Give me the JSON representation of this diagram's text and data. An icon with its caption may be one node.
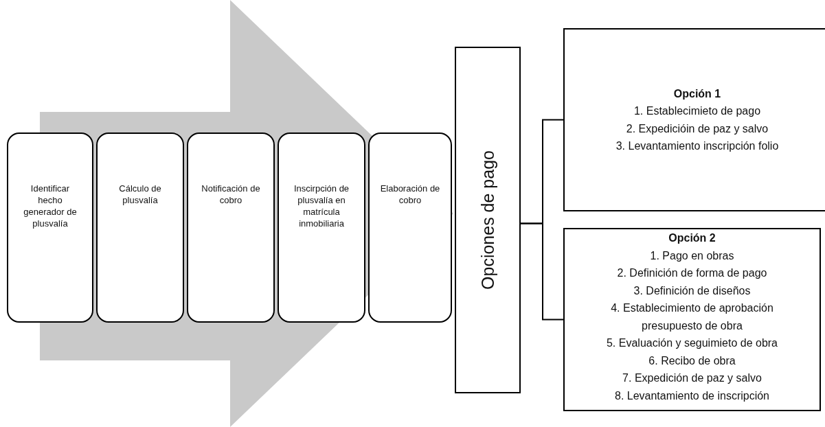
{
  "diagram": {
    "nodes": [
      {
        "text": [
          "Identificar hecho generador de plusvalía"
        ]
      },
      {
        "text": [
          "Cálculo de plusvalía"
        ]
      },
      {
        "text": [
          "Notificación de cobro"
        ]
      },
      {
        "text": [
          "Inscirpción de plusvalía en matrícula inmobiliaria"
        ]
      },
      {
        "text": [
          "Elaboración de cobro"
        ]
      },
      {
        "text": [
          "Opciones de pago"
        ]
      },
      {
        "text": [
          "Opción 1",
          "1. Establecimieto de pago",
          "2. Expedicióin de paz y salvo",
          "3. Levantamiento inscripción folio"
        ]
      },
      {
        "text": [
          "Opción 2",
          "1. Pago en obras",
          "2. Definición de forma de pago",
          "3. Definición de diseños",
          "4. Establecimiento de aprobación presupuesto de obra",
          "5. Evaluación y seguimieto de obra",
          "6. Recibo de obra",
          "7. Expedición de paz y salvo",
          "8. Levantamiento de inscripción"
        ]
      }
    ],
    "edges": [
      {
        "from": 0,
        "to": 4,
        "arrow": "to",
        "style": "thick",
        "color": "#c9c9c9"
      },
      {
        "from": 5,
        "to": 6,
        "arrow": "none"
      },
      {
        "from": 5,
        "to": 7,
        "arrow": "none"
      }
    ]
  }
}
